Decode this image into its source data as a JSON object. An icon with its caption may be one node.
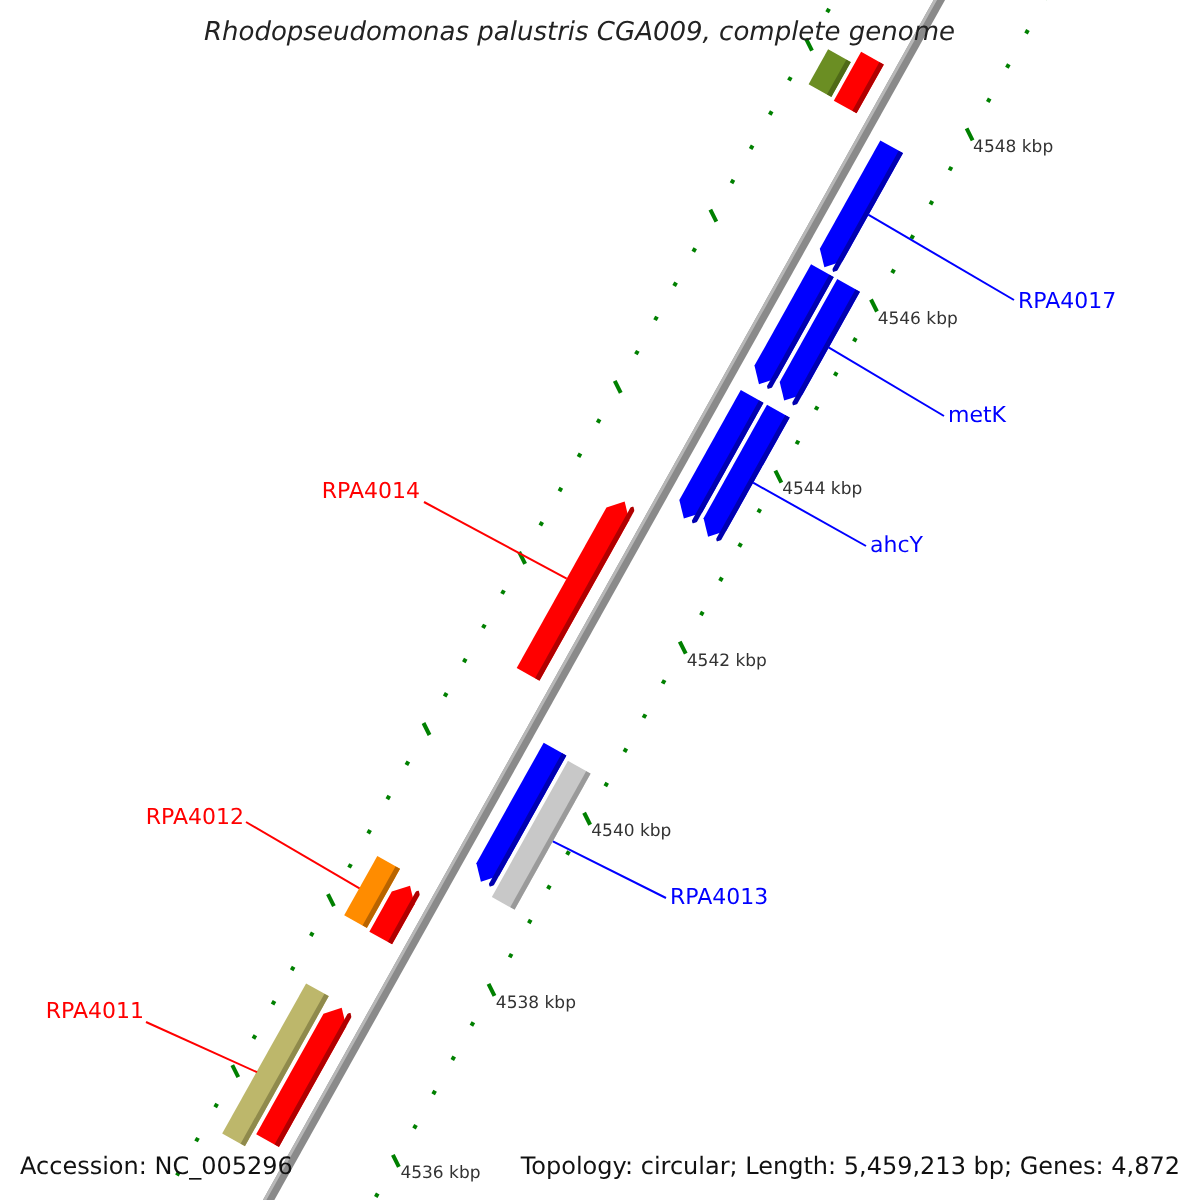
{
  "diagram": {
    "title": "Rhodopseudomonas palustris CGA009, complete genome",
    "nodes": [
      {
        "text": [
          "RPA4017"
        ]
      },
      {
        "text": [
          "metK"
        ]
      },
      {
        "text": [
          "ahcY"
        ]
      },
      {
        "text": [
          "RPA4014"
        ]
      },
      {
        "text": [
          "RPA4012"
        ]
      },
      {
        "text": [
          "RPA4013"
        ]
      },
      {
        "text": [
          "RPA4011"
        ]
      },
      {
        "text": [],
        "shape": "bar"
      },
      {
        "text": [],
        "shape": "bar"
      },
      {
        "text": [],
        "shape": "bar"
      },
      {
        "text": [],
        "shape": "bar"
      },
      {
        "text": [],
        "shape": "bar"
      },
      {
        "text": [],
        "shape": "bar"
      },
      {
        "text": [],
        "shape": "bar"
      },
      {
        "text": [],
        "shape": "bar"
      },
      {
        "text": [],
        "shape": "bar"
      },
      {
        "text": [],
        "shape": "bar"
      },
      {
        "text": [],
        "shape": "bar"
      },
      {
        "text": [],
        "shape": "bar"
      },
      {
        "text": [],
        "shape": "bar"
      },
      {
        "text": [],
        "shape": "bar"
      }
    ],
    "edges": [
      {
        "from": 0,
        "to": 9,
        "arrow": "none",
        "color": "#0000ff"
      },
      {
        "from": 1,
        "to": 11,
        "arrow": "none",
        "color": "#0000ff"
      },
      {
        "from": 2,
        "to": 13,
        "arrow": "none",
        "color": "#0000ff"
      },
      {
        "from": 3,
        "to": 14,
        "arrow": "none",
        "color": "#ff0000"
      },
      {
        "from": 4,
        "to": 17,
        "arrow": "none",
        "color": "#ff0000"
      },
      {
        "from": 5,
        "to": 16,
        "arrow": "none",
        "color": "#0000ff"
      },
      {
        "from": 6,
        "to": 19,
        "arrow": "none",
        "color": "#ff0000"
      }
    ],
    "labels": [
      "4548 kbp",
      "4546 kbp",
      "4544 kbp",
      "4542 kbp",
      "4540 kbp",
      "4538 kbp",
      "4536 kbp",
      "Accession: NC_005296",
      "Topology: circular; Length: 5,459,213 bp; Genes: 4,872"
    ]
  }
}
